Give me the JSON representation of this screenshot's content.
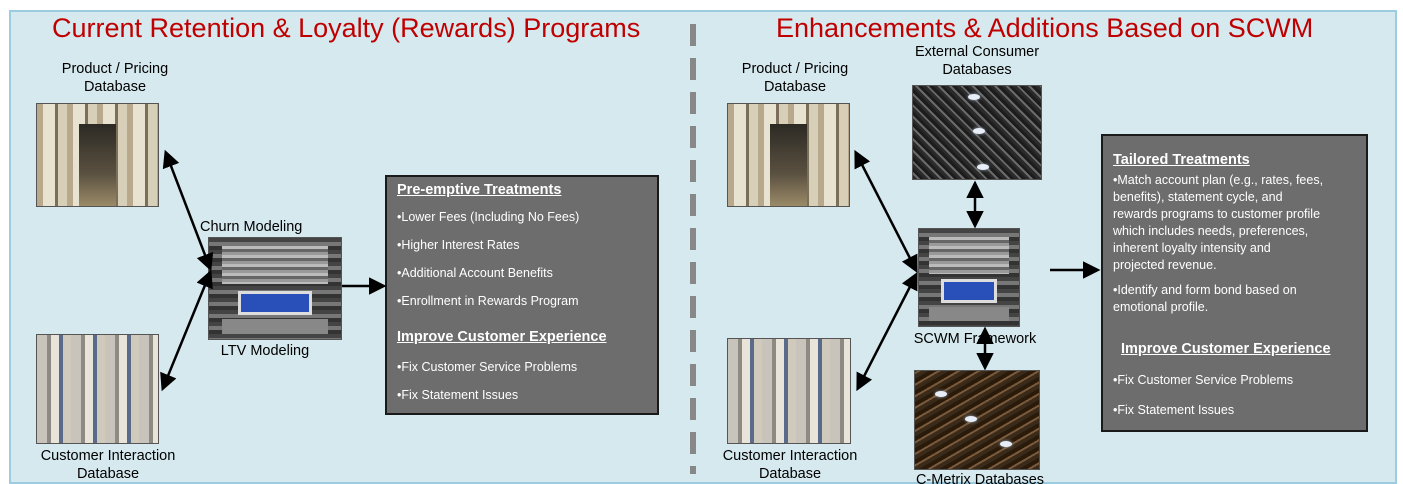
{
  "left": {
    "heading": "Current Retention & Loyalty (Rewards) Programs",
    "product_db_label": [
      "Product / Pricing",
      "Database"
    ],
    "customer_db_label": [
      "Customer Interaction",
      "Database"
    ],
    "churn_label": "Churn Modeling",
    "ltv_label": "LTV Modeling",
    "box": {
      "heading1": "Pre-emptive Treatments",
      "items1": [
        "•Lower Fees (Including No Fees)",
        "•Higher Interest Rates",
        "•Additional Account Benefits",
        "•Enrollment in Rewards Program"
      ],
      "heading2": "Improve Customer Experience",
      "items2": [
        "•Fix Customer Service Problems",
        "•Fix Statement Issues"
      ]
    }
  },
  "right": {
    "heading": "Enhancements & Additions Based on SCWM",
    "product_db_label": [
      "Product / Pricing",
      "Database"
    ],
    "external_db_label": [
      "External Consumer",
      "Databases"
    ],
    "customer_db_label": [
      "Customer Interaction",
      "Database"
    ],
    "cmetrix_label": "C-Metrix  Databases",
    "scwm_label": "SCWM Framework",
    "box": {
      "heading1": "Tailored Treatments",
      "para1": [
        "•Match account plan (e.g., rates, fees,",
        "benefits), statement cycle, and",
        "rewards programs to customer profile",
        "which includes needs, preferences,",
        "inherent loyalty intensity and",
        "projected revenue."
      ],
      "para2": [
        "•Identify and form bond based on",
        "emotional profile."
      ],
      "heading2": "Improve Customer Experience",
      "items2": [
        "•Fix Customer Service Problems",
        "•Fix Statement Issues"
      ]
    }
  },
  "colors": {
    "heading": "#c00000",
    "panel": "#d6e9ef",
    "box": "#6d6d6d"
  }
}
